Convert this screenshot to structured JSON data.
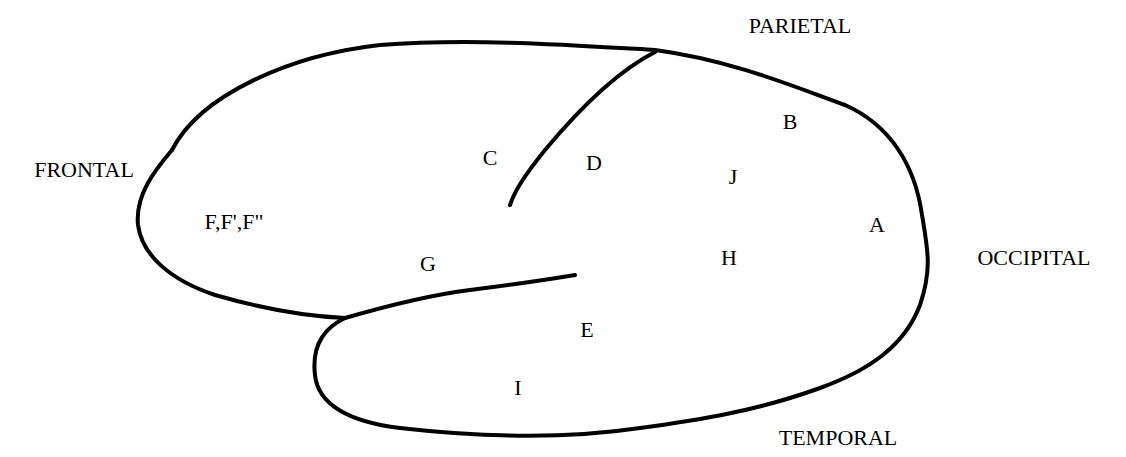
{
  "diagram": {
    "labels": [
      "PARIETAL",
      "B",
      "FRONTAL",
      "C",
      "D",
      "J",
      "F,F',F\"",
      "A",
      "OCCIPITAL",
      "G",
      "H",
      "E",
      "I",
      "TEMPORAL"
    ]
  }
}
